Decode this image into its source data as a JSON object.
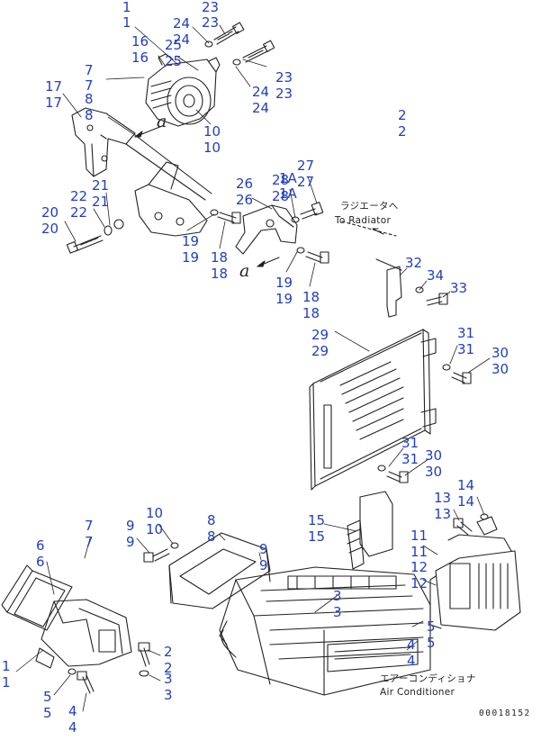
{
  "drawing_code": "00018152",
  "annotations": {
    "to_radiator_jp": "ラジエータへ",
    "to_radiator_en": "To Radiator",
    "air_conditioner_jp": "エアーコンディショナ",
    "air_conditioner_en": "Air Conditioner",
    "view_mark_a": "a"
  },
  "callouts": {
    "c1a": "1",
    "c1b": "1",
    "c23a": "23",
    "c23b": "23",
    "c24a": "24",
    "c24b": "24",
    "c16a": "16",
    "c16b": "16",
    "c25a": "25",
    "c25b": "25",
    "c7a": "7",
    "c7b": "7",
    "c8a": "8",
    "c8b": "8",
    "c17a": "17",
    "c17b": "17",
    "c23c": "23",
    "c23d": "23",
    "c24c": "24",
    "c24d": "24",
    "c2a": "2",
    "c2b": "2",
    "c10a": "10",
    "c10b": "10",
    "c27a": "27",
    "c27b": "27",
    "c1Aa": "1A",
    "c1Ab": "1A",
    "c28a": "28",
    "c28b": "28",
    "c26a": "26",
    "c26b": "26",
    "c21a": "21",
    "c21b": "21",
    "c22a": "22",
    "c22b": "22",
    "c20a": "20",
    "c20b": "20",
    "c19a": "19",
    "c19b": "19",
    "c18a": "18",
    "c18b": "18",
    "c19c": "19",
    "c19d": "19",
    "c18c": "18",
    "c18d": "18",
    "c32": "32",
    "c34": "34",
    "c33": "33",
    "c29a": "29",
    "c29b": "29",
    "c31a": "31",
    "c31b": "31",
    "c30a": "30",
    "c30b": "30",
    "c31c": "31",
    "c31d": "31",
    "c30c": "30",
    "c30d": "30",
    "c14a": "14",
    "c14b": "14",
    "c13a": "13",
    "c13b": "13",
    "c11a": "11",
    "c11b": "11",
    "c12a": "12",
    "c12b": "12",
    "c15a": "15",
    "c15b": "15",
    "c6a": "6",
    "c6b": "6",
    "c7c": "7",
    "c7d": "7",
    "c9a": "9",
    "c9b": "9",
    "c10c": "10",
    "c10d": "10",
    "c8c": "8",
    "c8d": "8",
    "c9c": "9",
    "c9d": "9",
    "c3a": "3",
    "c3b": "3",
    "c1c": "1",
    "c1d": "1",
    "c2c": "2",
    "c2d": "2",
    "c3c": "3",
    "c3d": "3",
    "c5a": "5",
    "c5b": "5",
    "c4a": "4",
    "c4b": "4",
    "c5c": "5",
    "c5d": "5",
    "c4c": "4",
    "c4d": "4"
  }
}
